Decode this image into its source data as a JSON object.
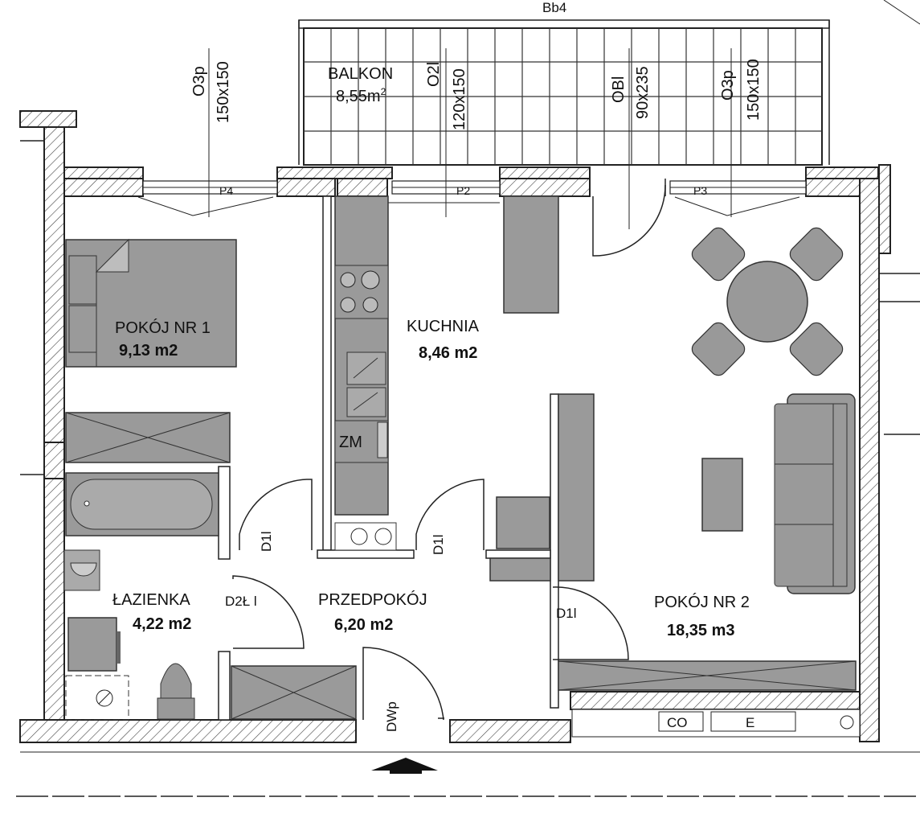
{
  "labels": {
    "top_marker": "Bb4",
    "balcony_name": "BALKON",
    "balcony_area": "8,55m",
    "balcony_area_sup": "2",
    "window_left_code": "O3p",
    "window_left_size": "150x150",
    "window_mid_code": "O2l",
    "window_mid_size": "120x150",
    "door_balcony_code": "OBl",
    "door_balcony_size": "90x235",
    "window_right_code": "O3p",
    "window_right_size": "150x150",
    "p4": "P4",
    "p2": "P2",
    "p3": "P3",
    "zm": "ZM",
    "d1l_a": "D1l",
    "d1l_b": "D1l",
    "d1l_c": "D1l",
    "d2l": "D2Ł l",
    "dwp": "DWp",
    "co": "CO",
    "e": "E"
  },
  "rooms": {
    "room1_name": "POKÓJ NR 1",
    "room1_area": "9,13 m2",
    "kitchen_name": "KUCHNIA",
    "kitchen_area": "8,46 m2",
    "bath_name": "ŁAZIENKA",
    "bath_area": "4,22 m2",
    "hall_name": "PRZEDPOKÓJ",
    "hall_area": "6,20 m2",
    "room2_name": "POKÓJ NR 2",
    "room2_area": "18,35 m3"
  }
}
